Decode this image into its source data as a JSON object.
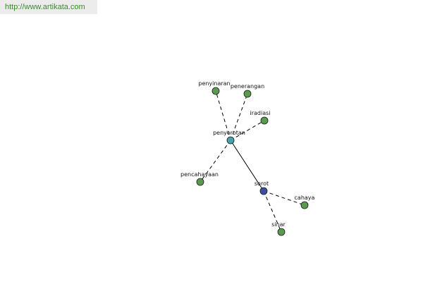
{
  "header": {
    "url": "http://www.artikata.com"
  },
  "graph": {
    "colors": {
      "leaf": "#5a9a4e",
      "root": "#4ba0b0",
      "hub": "#3a4fa0"
    },
    "nodes": [
      {
        "id": "penyorotan",
        "label": "penyorotan",
        "kind": "root"
      },
      {
        "id": "sorot",
        "label": "sorot",
        "kind": "hub"
      },
      {
        "id": "penyinaran",
        "label": "penyinaran",
        "kind": "leaf"
      },
      {
        "id": "penerangan",
        "label": "penerangan",
        "kind": "leaf"
      },
      {
        "id": "iradiasi",
        "label": "iradiasi",
        "kind": "leaf"
      },
      {
        "id": "pencahayaan",
        "label": "pencahayaan",
        "kind": "leaf"
      },
      {
        "id": "cahaya",
        "label": "cahaya",
        "kind": "leaf"
      },
      {
        "id": "sinar",
        "label": "sinar",
        "kind": "leaf"
      }
    ],
    "edges": [
      {
        "from": "penyorotan",
        "to": "sorot",
        "style": "solid"
      },
      {
        "from": "penyorotan",
        "to": "penyinaran",
        "style": "dashed"
      },
      {
        "from": "penyorotan",
        "to": "penerangan",
        "style": "dashed"
      },
      {
        "from": "penyorotan",
        "to": "iradiasi",
        "style": "dashed"
      },
      {
        "from": "penyorotan",
        "to": "pencahayaan",
        "style": "dashed"
      },
      {
        "from": "sorot",
        "to": "cahaya",
        "style": "dashed"
      },
      {
        "from": "sorot",
        "to": "sinar",
        "style": "dashed"
      }
    ]
  }
}
